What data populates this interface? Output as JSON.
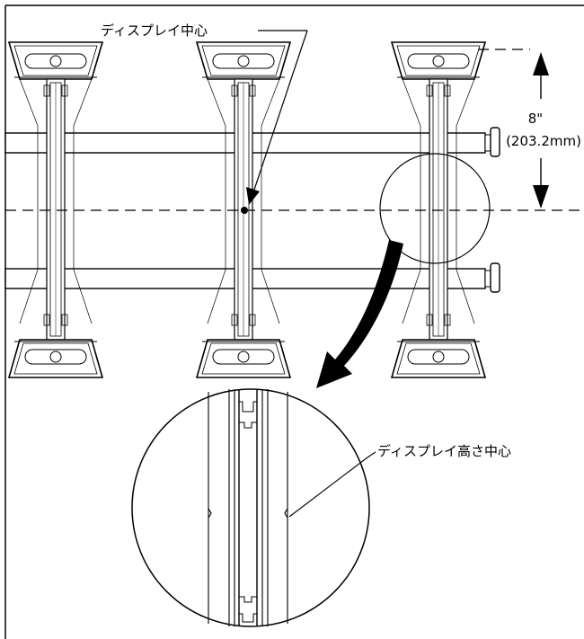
{
  "labels": {
    "display_center": "ディスプレイ中心",
    "display_height_center": "ディスプレイ高さ中心",
    "spacing_inches": "8\"",
    "spacing_mm": "(203.2mm)"
  },
  "colors": {
    "line": "#000000",
    "bar_fill": "#ffffff",
    "arrow_fill": "#000000"
  }
}
